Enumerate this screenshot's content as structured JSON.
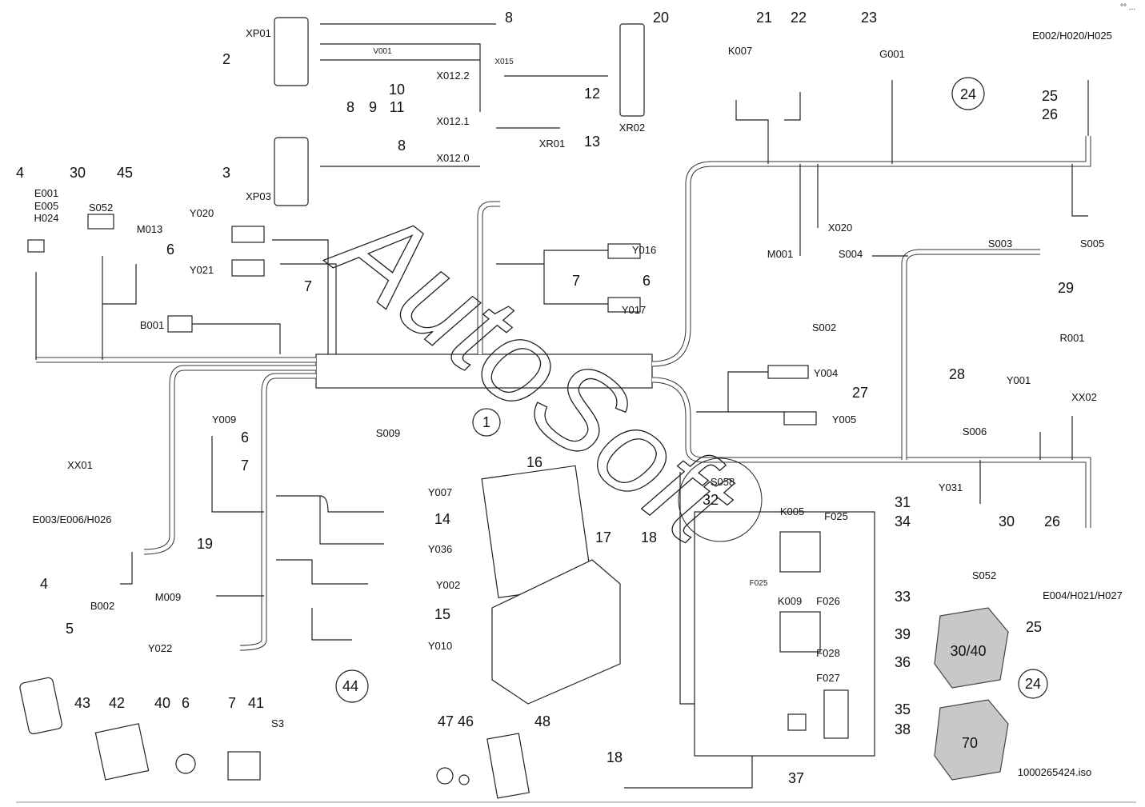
{
  "corner_mark": "°° ...",
  "watermark": "AutoSoft",
  "drawing_id": "1000265424.iso",
  "labels": [
    "2",
    "XP01",
    "3",
    "XP03",
    "8",
    "X015",
    "V001",
    "8",
    "9",
    "10",
    "X012.2",
    "11",
    "X012.1",
    "12",
    "XR01",
    "13",
    "8",
    "X012.0",
    "20",
    "XR02",
    "21",
    "K007",
    "22",
    "23",
    "G001",
    "24",
    "E002/H020/H025",
    "25",
    "26",
    "4",
    "30",
    "45",
    "E001",
    "E005",
    "H024",
    "S052",
    "M013",
    "Y020",
    "6",
    "Y021",
    "7",
    "B001",
    "Y016",
    "7",
    "6",
    "Y017",
    "M001",
    "X020",
    "S004",
    "S005",
    "S003",
    "29",
    "R001",
    "S002",
    "28",
    "Y001",
    "Y004",
    "27",
    "Y005",
    "1",
    "S009",
    "Y009",
    "6",
    "7",
    "XX01",
    "E003/E006/H026",
    "4",
    "B002",
    "5",
    "19",
    "M009",
    "Y007",
    "14",
    "Y036",
    "Y002",
    "15",
    "Y010",
    "Y022",
    "6",
    "7",
    "41",
    "40",
    "42",
    "43",
    "16",
    "17",
    "18",
    "18",
    "S058",
    "32",
    "31",
    "34",
    "K005",
    "F025",
    "F025",
    "K009",
    "F026",
    "33",
    "F028",
    "36",
    "F027",
    "35",
    "37",
    "38",
    "39",
    "S006",
    "XX02",
    "Y031",
    "30",
    "S052",
    "26",
    "E004/H021/H027",
    "25",
    "24",
    "44",
    "S3",
    "47",
    "46",
    "48"
  ],
  "relays": [
    {
      "label": "30/40",
      "color": "#c8c8c8"
    },
    {
      "label": "70",
      "color": "#c8c8c8"
    }
  ]
}
